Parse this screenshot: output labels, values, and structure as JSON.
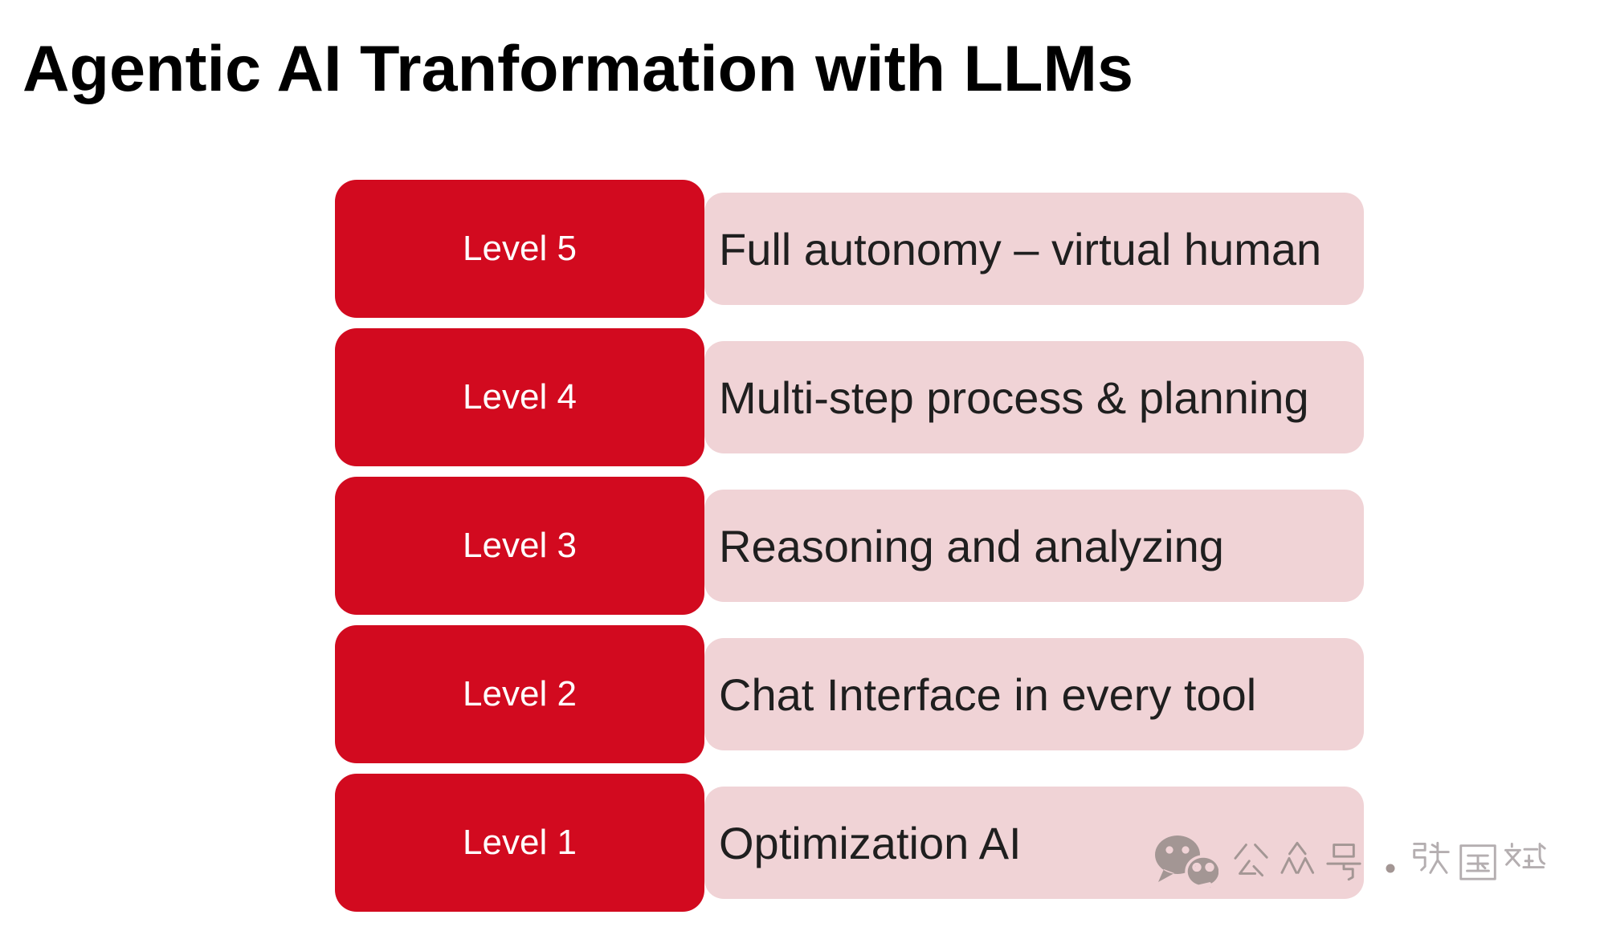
{
  "title": "Agentic AI Tranformation with LLMs",
  "levels": [
    {
      "label": "Level 5",
      "description": "Full autonomy – virtual human"
    },
    {
      "label": "Level 4",
      "description": "Multi-step process & planning"
    },
    {
      "label": "Level 3",
      "description": "Reasoning and analyzing"
    },
    {
      "label": "Level 2",
      "description": "Chat Interface in every tool"
    },
    {
      "label": "Level 1",
      "description": "Optimization AI"
    }
  ],
  "watermark": {
    "icon": "wechat-icon",
    "text": "公众号 · 张国斌"
  },
  "colors": {
    "level_box": "#D20A1F",
    "description_box": "#F0D3D6",
    "description_text": "#1F1F1F",
    "title_text": "#000000",
    "watermark_gray": "#A39694",
    "watermark_gray_light": "#B4AEB0"
  }
}
